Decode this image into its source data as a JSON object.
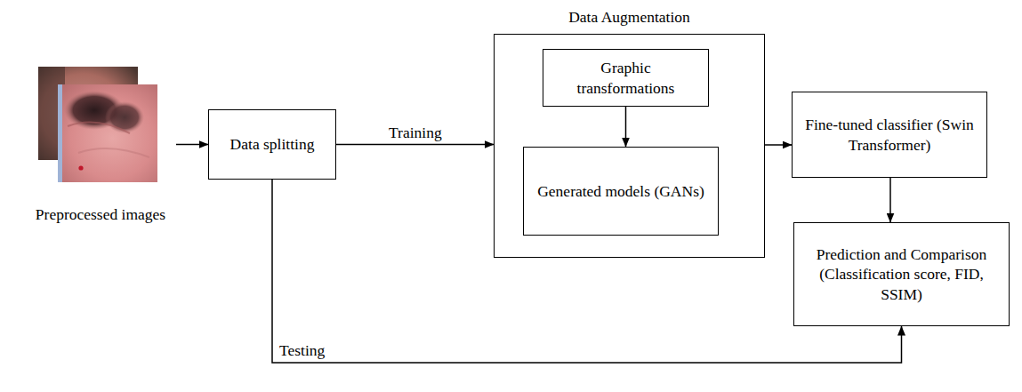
{
  "diagram": {
    "nodes": [
      {
        "text": [
          "Preprocessed images"
        ]
      },
      {
        "text": [
          "Data splitting"
        ]
      },
      {
        "text": [
          "Data Augmentation"
        ]
      },
      {
        "text": [
          "Graphic transformations"
        ],
        "in": 2
      },
      {
        "text": [
          "Generated models (GANs)"
        ],
        "in": 2
      },
      {
        "text": [
          "Fine-tuned classifier (Swin Transformer)"
        ]
      },
      {
        "text": [
          "Prediction and Comparison (Classification score, FID, SSIM)"
        ]
      }
    ],
    "edges": [
      {
        "from": 0,
        "to": 1,
        "arrow": "to"
      },
      {
        "from": 1,
        "to": 2,
        "label": "Training",
        "arrow": "to"
      },
      {
        "from": 3,
        "to": 4,
        "arrow": "to"
      },
      {
        "from": 2,
        "to": 5,
        "arrow": "to"
      },
      {
        "from": 5,
        "to": 6,
        "arrow": "to"
      },
      {
        "from": 1,
        "to": 6,
        "label": "Testing",
        "arrow": "to"
      }
    ]
  }
}
